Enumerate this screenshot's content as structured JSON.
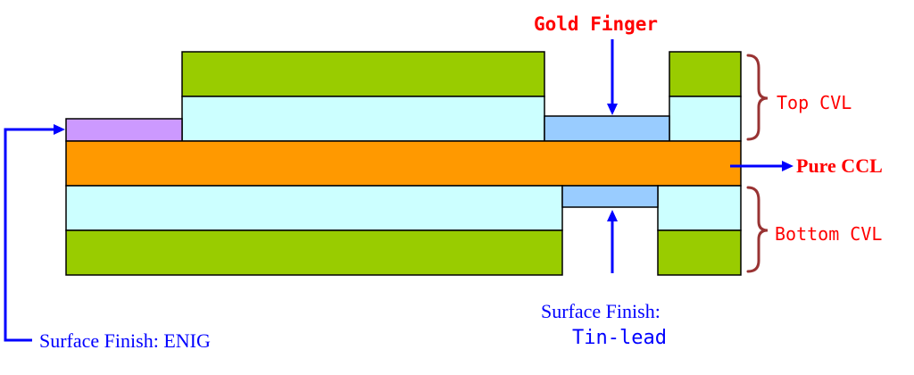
{
  "labels": {
    "gold_finger": "Gold Finger",
    "top_cvl": "Top CVL",
    "pure_ccl": "Pure CCL",
    "bottom_cvl": "Bottom CVL",
    "surface_finish_tinlead_line1": "Surface Finish:",
    "surface_finish_tinlead_line2": "Tin-lead",
    "surface_finish_enig": "Surface Finish: ENIG"
  },
  "colors": {
    "cvl_green": "#99cc00",
    "adhesive_cyan": "#ccffff",
    "copper_orange": "#ff9900",
    "gold_finger_blue": "#99ccff",
    "enig_purple": "#cc99ff",
    "bracket_red": "#993333",
    "label_red": "#ff0000",
    "arrow_blue": "#0000ff",
    "outline": "#000000"
  }
}
